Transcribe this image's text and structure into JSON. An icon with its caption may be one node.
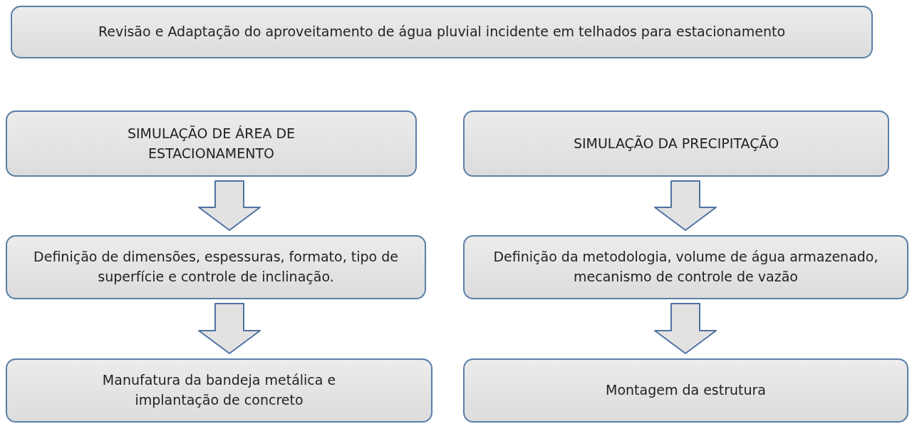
{
  "diagram": {
    "nodes": [
      {
        "text": [
          "Revisão e Adaptação do aproveitamento  de água pluvial incidente em telhados para estacionamento"
        ]
      },
      {
        "text": [
          "SIMULAÇÃO DE ÁREA DE ESTACIONAMENTO"
        ]
      },
      {
        "text": [
          "SIMULAÇÃO DA PRECIPITAÇÃO"
        ]
      },
      {
        "text": [
          "Definição de dimensões, espessuras, formato, tipo de superfície e controle de inclinação."
        ]
      },
      {
        "text": [
          "Definição da metodologia, volume de água armazenado, mecanismo de controle de vazão"
        ]
      },
      {
        "text": [
          "Manufatura da bandeja metálica e implantação de concreto"
        ]
      },
      {
        "text": [
          "Montagem da estrutura"
        ]
      }
    ],
    "edges": [
      {
        "from": 1,
        "to": 3,
        "arrow": "to"
      },
      {
        "from": 3,
        "to": 5,
        "arrow": "to"
      },
      {
        "from": 2,
        "to": 4,
        "arrow": "to"
      },
      {
        "from": 4,
        "to": 6,
        "arrow": "to"
      }
    ]
  }
}
